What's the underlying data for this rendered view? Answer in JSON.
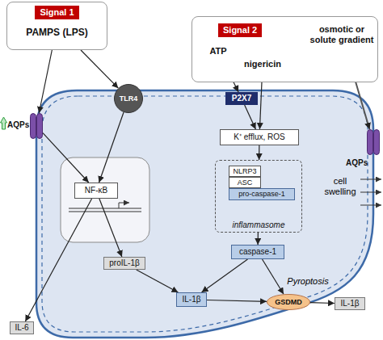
{
  "diagram": {
    "nodes": [
      {
        "text": [
          "Signal 1",
          "PAMPS (LPS)"
        ]
      },
      {
        "text": [
          "Signal 2"
        ]
      },
      {
        "text": [
          "ATP"
        ],
        "in": 1
      },
      {
        "text": [
          "nigericin"
        ],
        "in": 1
      },
      {
        "text": [
          "osmotic or solute gradient"
        ],
        "in": 1
      },
      {
        "text": [
          "TLR4"
        ]
      },
      {
        "text": [
          "AQPs"
        ]
      },
      {
        "text": [
          "P2X7"
        ]
      },
      {
        "text": [
          "AQPs"
        ]
      },
      {
        "text": [
          "NF-κB"
        ]
      },
      {
        "text": [
          "K⁺ efflux, ROS"
        ]
      },
      {
        "text": [
          "inflammasome"
        ]
      },
      {
        "text": [
          "NLRP3"
        ],
        "in": 11
      },
      {
        "text": [
          "ASC"
        ],
        "in": 11
      },
      {
        "text": [
          "pro-caspase-1"
        ],
        "in": 11
      },
      {
        "text": [
          "caspase-1"
        ]
      },
      {
        "text": [
          "IL-6"
        ]
      },
      {
        "text": [
          "proIL-1β"
        ]
      },
      {
        "text": [
          "IL-1β"
        ]
      },
      {
        "text": [
          "GSDMD"
        ]
      },
      {
        "text": [
          "IL-1β"
        ]
      }
    ],
    "edges": [
      {
        "from": 0,
        "to": 6,
        "arrow": "to"
      },
      {
        "from": 0,
        "to": 5,
        "arrow": "to"
      },
      {
        "from": 5,
        "to": 9,
        "arrow": "to"
      },
      {
        "from": 6,
        "to": 9,
        "arrow": "to"
      },
      {
        "from": 2,
        "to": 7,
        "arrow": "to"
      },
      {
        "from": 3,
        "to": 10,
        "arrow": "to"
      },
      {
        "from": 7,
        "to": 10,
        "arrow": "to"
      },
      {
        "from": 4,
        "to": 8,
        "arrow": "to"
      },
      {
        "from": 10,
        "to": 11,
        "arrow": "to"
      },
      {
        "from": 11,
        "to": 15,
        "arrow": "to"
      },
      {
        "from": 9,
        "to": 16,
        "arrow": "to"
      },
      {
        "from": 9,
        "to": 17,
        "arrow": "to"
      },
      {
        "from": 15,
        "to": 18,
        "arrow": "to"
      },
      {
        "from": 15,
        "to": 19,
        "arrow": "to"
      },
      {
        "from": 17,
        "to": 18,
        "arrow": "to"
      },
      {
        "from": 18,
        "to": 19,
        "arrow": "to"
      },
      {
        "from": 19,
        "to": 20,
        "arrow": "to"
      }
    ],
    "labels": [
      "Pyroptosis",
      "cell swelling"
    ]
  }
}
